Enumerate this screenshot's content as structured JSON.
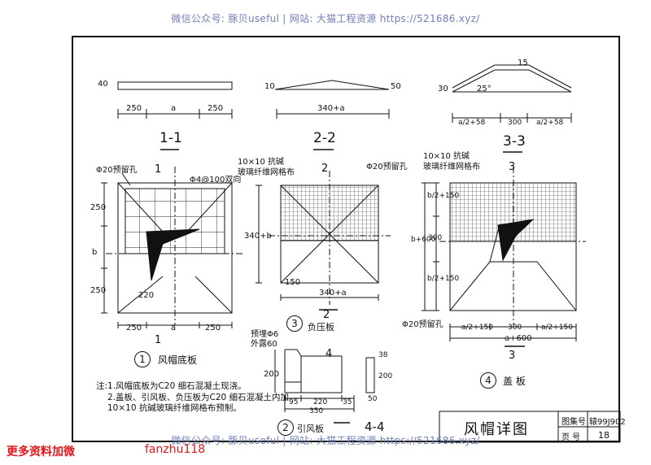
{
  "watermark": {
    "top": "微信公众号: 豚贝useful | 网站: 大猫工程资源 https://521686.xyz/",
    "bottom": "微信公众号: 豚贝useful | 网站: 大猫工程资源 https://521686.xyz/"
  },
  "promo": {
    "left": "更多资料加微",
    "right": "fanzhu118"
  },
  "sections": {
    "s11": {
      "title": "1-1",
      "dims": [
        "250",
        "a",
        "250"
      ],
      "thick": "40"
    },
    "s22": {
      "title": "2-2",
      "dim": "340+a",
      "left": "10",
      "right": "50"
    },
    "s33": {
      "title": "3-3",
      "dims": [
        "a/2+58",
        "300",
        "a/2+58"
      ],
      "left": "30",
      "angle": "25°",
      "right": "15"
    }
  },
  "plan1": {
    "cut_top": "1",
    "cut_bottom": "1",
    "hole": "Φ20预留孔",
    "rebar": "Φ4@100双向",
    "left_dims": [
      "250",
      "b",
      "250"
    ],
    "diag": "220",
    "bottom_dims": [
      "250",
      "a",
      "250"
    ],
    "num": "1",
    "name": "风帽底板"
  },
  "plan2": {
    "cut_top": "2",
    "cut_bottom": "2",
    "mesh": "10×10 抗碱",
    "mesh2": "玻璃纤维网格布",
    "hole": "Φ20预留孔",
    "left_dim": "340+b",
    "diag": "150",
    "bottom_dim": "340+a",
    "num": "3",
    "name": "负压板"
  },
  "plan3": {
    "cut_top": "3",
    "cut_bottom": "3",
    "mesh": "10×10 抗碱",
    "mesh2": "玻璃纤维网格布",
    "hole": "Φ20预留孔",
    "left_dims": [
      "b/2+150",
      "300",
      "b/2+150"
    ],
    "left_total": "b+600",
    "bottom_dims": [
      "a/2+150",
      "300",
      "a/2+150"
    ],
    "bottom_total": "a+600",
    "num": "4",
    "name": "盖  板"
  },
  "plan4": {
    "prebar1": "预埋Φ6",
    "prebar2": "外露60",
    "cut": "4",
    "height": "200",
    "bottom_dims": [
      "95",
      "220",
      "35"
    ],
    "total": "350",
    "side_top": "38",
    "side_h": "200",
    "side_w": "50",
    "num": "2",
    "name": "引风板",
    "sec": "4-4"
  },
  "notes": [
    "注:1.风帽底板为C20 细石混凝土现浇。",
    "2.盖板、引风板、负压板为C20 细石混凝土内加",
    "10×10 抗碱玻璃纤维网格布预制。"
  ],
  "title_block": {
    "title": "风帽详图",
    "atlas_label": "图集号",
    "atlas_value": "辕99J902",
    "page_label": "页  号",
    "page_value": "18"
  }
}
